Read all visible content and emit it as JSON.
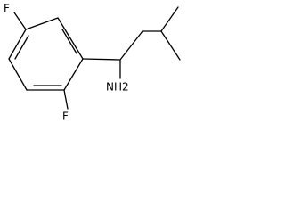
{
  "labels": {
    "fluorine_top": "F",
    "fluorine_bottom": "F",
    "amine": "NH2"
  },
  "colors": {
    "bond": "#000000",
    "text": "#000000",
    "background": "#ffffff"
  }
}
